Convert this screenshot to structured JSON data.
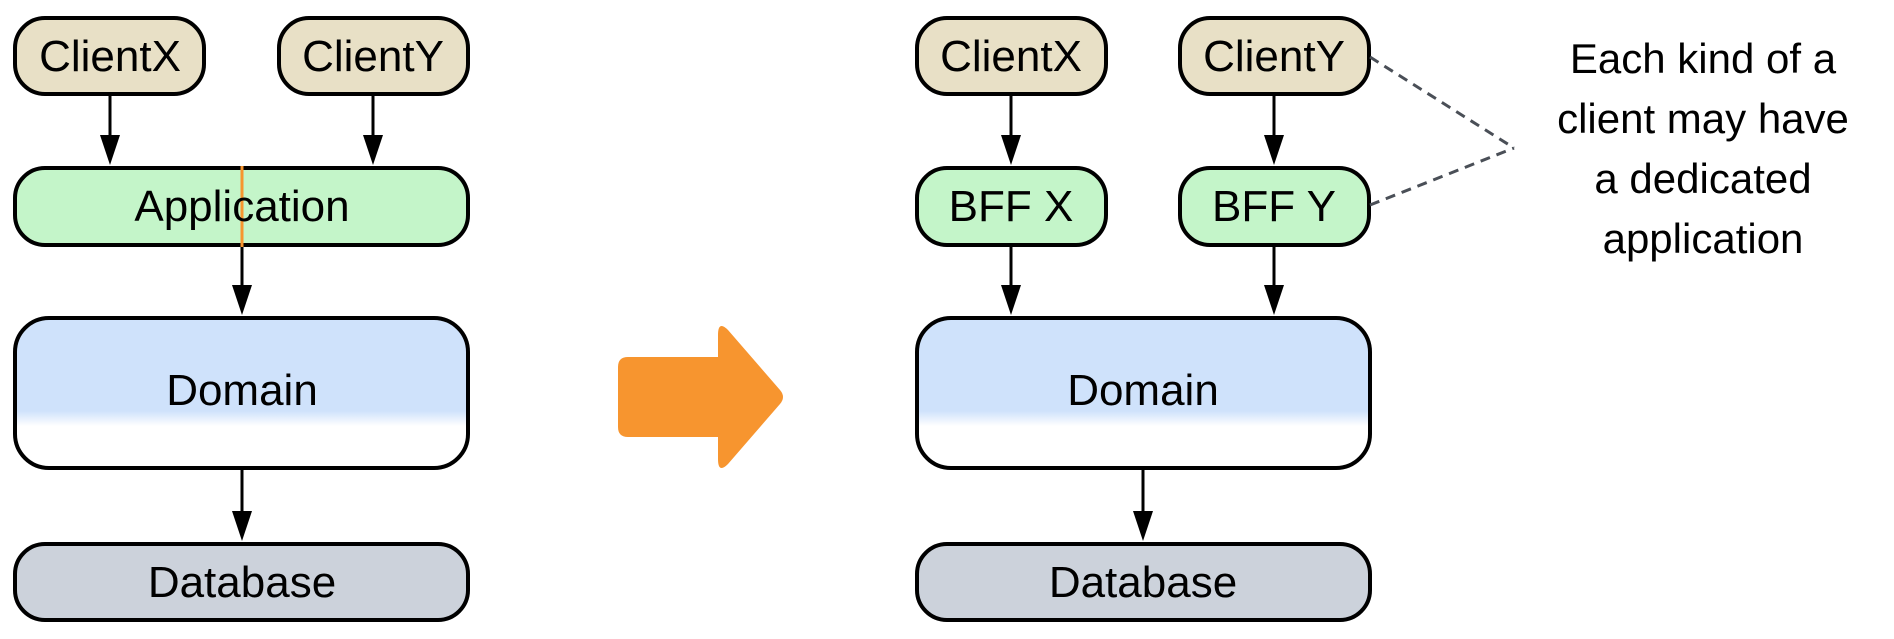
{
  "left": {
    "client_x": "ClientX",
    "client_y": "ClientY",
    "application": "Application",
    "domain": "Domain",
    "database": "Database"
  },
  "right": {
    "client_x": "ClientX",
    "client_y": "ClientY",
    "bff_x": "BFF X",
    "bff_y": "BFF Y",
    "domain": "Domain",
    "database": "Database"
  },
  "annotation": {
    "lines": [
      "Each kind of a",
      "client may have",
      "a dedicated",
      "application"
    ]
  },
  "colors": {
    "client_fill": "#e8e0c6",
    "app_fill": "#c4f5c9",
    "domain_top": "#cfe2fb",
    "domain_bottom": "#ffffff",
    "database_fill": "#ccd2db",
    "transition_arrow": "#f7952f",
    "stroke": "#000000",
    "dashed_connector": "#4a4f57"
  }
}
